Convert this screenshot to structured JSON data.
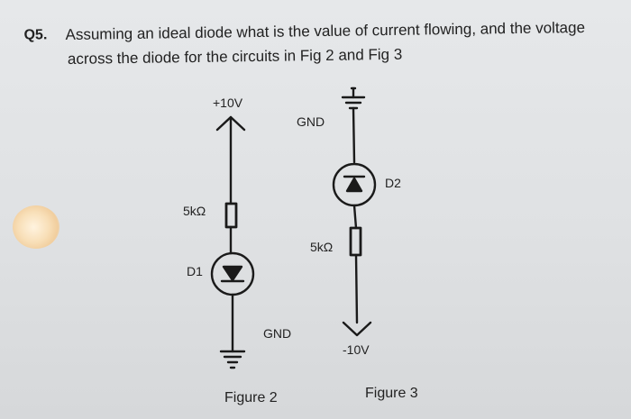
{
  "question": {
    "number": "Q5.",
    "line1": "Assuming an ideal diode what is the value of current flowing, and the voltage",
    "line2": "across the diode for the circuits in Fig 2 and Fig 3"
  },
  "figure2": {
    "supply_label": "+10V",
    "resistor_label": "5kΩ",
    "diode_label": "D1",
    "ground_label": "GND",
    "caption": "Figure 2"
  },
  "figure3": {
    "ground_label": "GND",
    "diode_label": "D2",
    "resistor_label": "5kΩ",
    "supply_label": "-10V",
    "caption": "Figure 3"
  }
}
